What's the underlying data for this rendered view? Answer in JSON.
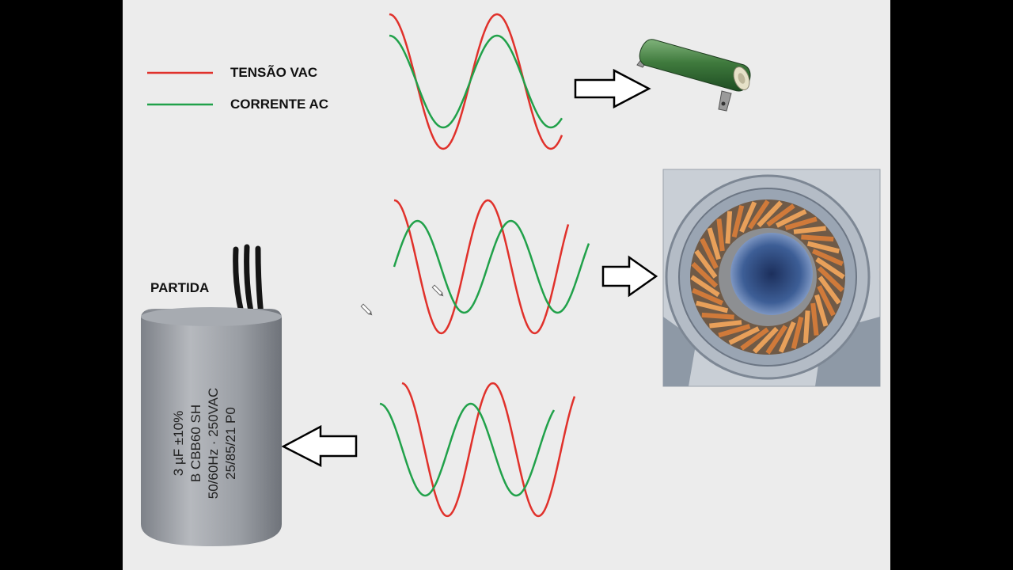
{
  "legend": {
    "voltage_label": "TENSÃO VAC",
    "current_label": "CORRENTE AC",
    "voltage_color": "#e0312b",
    "current_color": "#21a14a"
  },
  "capacitor": {
    "caption": "PARTIDA",
    "label_lines": [
      "3 µF  ±10%",
      "B  CBB60  SH",
      "50/60Hz · 250VAC",
      "25/85/21    P0"
    ]
  },
  "diagrams": [
    {
      "id": "resistive",
      "load": "resistor-image",
      "phase_relation": "in-phase"
    },
    {
      "id": "inductive",
      "load": "motor-stator-image",
      "phase_relation": "current-lags-voltage"
    },
    {
      "id": "capacitive",
      "load": "capacitor-image",
      "phase_relation": "current-leads-voltage"
    }
  ]
}
